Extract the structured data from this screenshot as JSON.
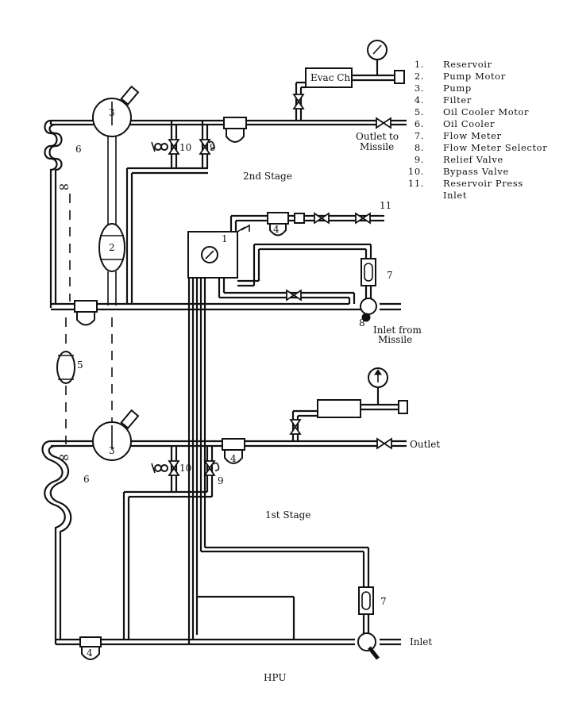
{
  "legend": {
    "items": [
      {
        "num": "1.",
        "text": "Reservoir"
      },
      {
        "num": "2.",
        "text": "Pump Motor"
      },
      {
        "num": "3.",
        "text": "Pump"
      },
      {
        "num": "4.",
        "text": "Filter"
      },
      {
        "num": "5.",
        "text": "Oil Cooler Motor"
      },
      {
        "num": "6.",
        "text": "Oil Cooler"
      },
      {
        "num": "7.",
        "text": "Flow Meter"
      },
      {
        "num": "8.",
        "text": "Flow Meter Selector"
      },
      {
        "num": "9.",
        "text": "Relief Valve"
      },
      {
        "num": "10.",
        "text": "Bypass Valve"
      },
      {
        "num": "11.",
        "text": "Reservoir Press"
      }
    ],
    "item11_line2": "Inlet"
  },
  "labels": {
    "evac": "Evac Ch",
    "outlet_to_missile_1": "Outlet to",
    "outlet_to_missile_2": "Missile",
    "second_stage": "2nd Stage",
    "first_stage": "1st Stage",
    "inlet_from_missile_1": "Inlet from",
    "inlet_from_missile_2": "Missile",
    "outlet": "Outlet",
    "inlet": "Inlet",
    "caption": "HPU"
  },
  "callouts": {
    "n1": "1",
    "n2": "2",
    "n3": "3",
    "n4": "4",
    "n5": "5",
    "n6": "6",
    "n7": "7",
    "n8": "8",
    "n9": "9",
    "n10": "10",
    "n11": "11"
  }
}
